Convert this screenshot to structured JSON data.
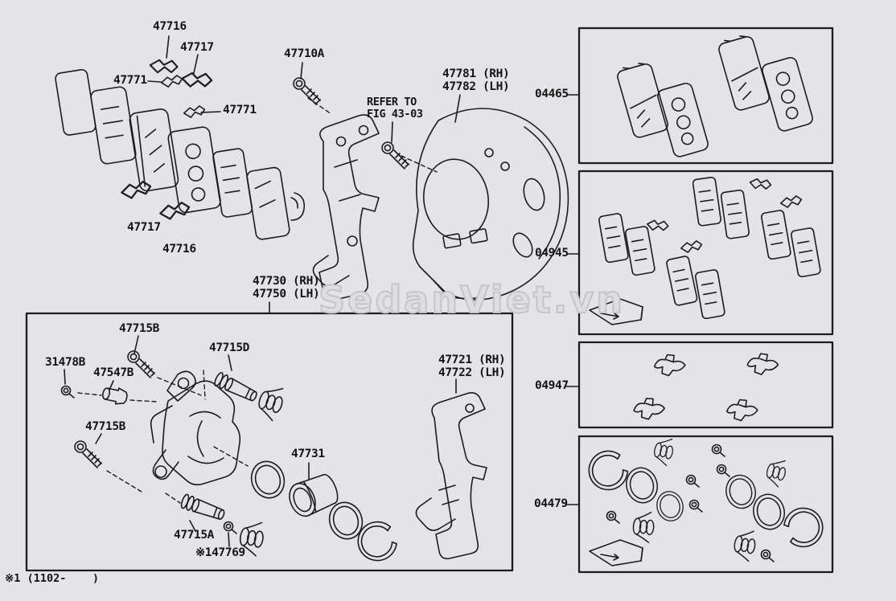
{
  "page_type": "toyota-front-disc-brake-caliper-parts-diagram",
  "watermark": "SedanViet.vn",
  "footnote": "※1 (1102-    )",
  "colors": {
    "background": "#e4e4e8",
    "line_art": "#1c1c1c",
    "watermark_outline": "#c4c4ca"
  },
  "labels": {
    "l_47716_top": "47716",
    "l_47717_top": "47717",
    "l_47771_left": "47771",
    "l_47771_right": "47771",
    "l_47717_bottom": "47717",
    "l_47716_bottom": "47716",
    "l_47710a": "47710A",
    "l_refer_fig": "REFER TO\nFIG 43-03",
    "l_47781_47782": "47781 (RH)\n47782 (LH)",
    "l_47730_47750": "47730 (RH)\n47750 (LH)",
    "l_47715b_upper": "47715B",
    "l_47715d": "47715D",
    "l_31478b": "31478B",
    "l_47547b": "47547B",
    "l_47715b_lower": "47715B",
    "l_47721_47722": "47721 (RH)\n47722 (LH)",
    "l_47731": "47731",
    "l_47715a": "47715A",
    "l_147769": "※147769",
    "k_04465": "04465",
    "k_04945": "04945",
    "k_04947": "04947",
    "k_04479": "04479"
  }
}
